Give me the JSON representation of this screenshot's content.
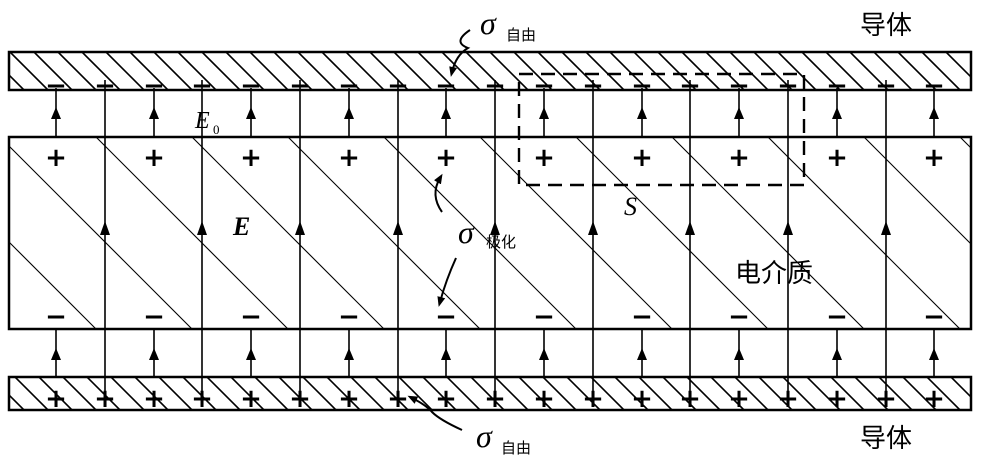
{
  "labels": {
    "conductor_top": "导体",
    "conductor_bottom": "导体",
    "dielectric": "电介质",
    "sigma_free_top_symbol": "σ",
    "sigma_free_top_sub": "自由",
    "sigma_free_bottom_symbol": "σ",
    "sigma_free_bottom_sub": "自由",
    "sigma_pol_symbol": "σ",
    "sigma_pol_sub": "极化",
    "e0_symbol": "E",
    "e0_sub": "0",
    "e_symbol": "E",
    "surface_s": "S"
  },
  "signs": {
    "plus": "+",
    "minus": "−"
  }
}
